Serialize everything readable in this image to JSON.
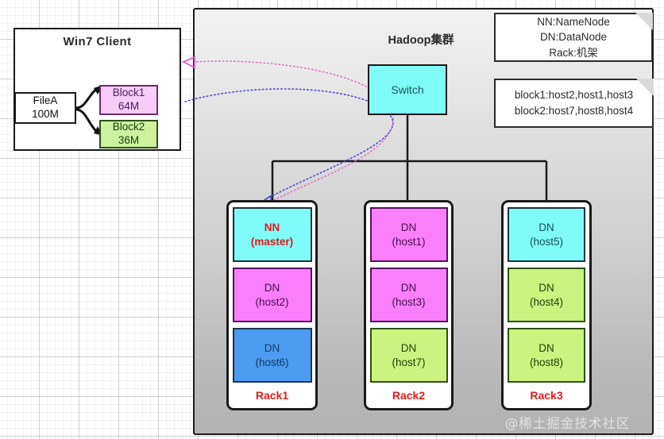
{
  "client": {
    "title": "Win7 Client",
    "file": {
      "name": "FileA",
      "size": "100M"
    },
    "blocks": [
      {
        "name": "Block1",
        "size": "64M",
        "color": "#f7ccf7"
      },
      {
        "name": "Block2",
        "size": "36M",
        "color": "#ccf2a0"
      }
    ]
  },
  "cluster": {
    "title": "Hadoop集群",
    "switch_label": "Switch",
    "notes": [
      {
        "lines": [
          "NN:NameNode",
          "DN:DataNode",
          "Rack:机架"
        ]
      },
      {
        "lines": [
          "block1:host2,host1,host3",
          "block2:host7,host8,host4"
        ]
      }
    ],
    "racks": [
      {
        "label": "Rack1",
        "nodes": [
          {
            "role": "NN",
            "host": "(master)",
            "color": "#7ffcf9",
            "master": true
          },
          {
            "role": "DN",
            "host": "(host2)",
            "color": "#fb7ffb",
            "master": false
          },
          {
            "role": "DN",
            "host": "(host6)",
            "color": "#4d9bf0",
            "master": false
          }
        ]
      },
      {
        "label": "Rack2",
        "nodes": [
          {
            "role": "DN",
            "host": "(host1)",
            "color": "#fb7ffb",
            "master": false
          },
          {
            "role": "DN",
            "host": "(host3)",
            "color": "#fb7ffb",
            "master": false
          },
          {
            "role": "DN",
            "host": "(host7)",
            "color": "#ccf27f",
            "master": false
          }
        ]
      },
      {
        "label": "Rack3",
        "nodes": [
          {
            "role": "DN",
            "host": "(host5)",
            "color": "#7ffcf9",
            "master": false
          },
          {
            "role": "DN",
            "host": "(host4)",
            "color": "#ccf27f",
            "master": false
          },
          {
            "role": "DN",
            "host": "(host8)",
            "color": "#ccf27f",
            "master": false
          }
        ]
      }
    ]
  },
  "watermark": "@稀土掘金技术社区",
  "colors": {
    "accent_red": "#e01b1b",
    "cyan": "#7ffcf9",
    "magenta": "#fb7ffb",
    "blue": "#4d9bf0",
    "green": "#ccf27f",
    "request_arrow": "#5b5bd6",
    "response_arrow": "#e060c8"
  }
}
